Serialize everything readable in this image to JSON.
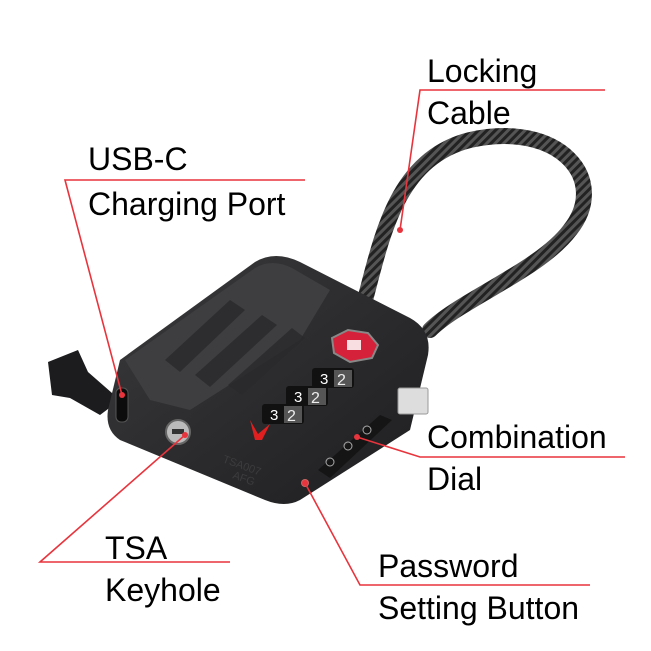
{
  "labels": {
    "locking_cable": [
      "Locking",
      "Cable"
    ],
    "usb_c": [
      "USB-C",
      "Charging Port"
    ],
    "combination_dial": [
      "Combination",
      "Dial"
    ],
    "tsa_keyhole": [
      "TSA",
      "Keyhole"
    ],
    "password_button": [
      "Password",
      "Setting Button"
    ]
  },
  "dials": [
    {
      "left": "3",
      "right": "2"
    },
    {
      "left": "3",
      "right": "2"
    },
    {
      "left": "3",
      "right": "2"
    }
  ],
  "embossed_text": [
    "TSA007",
    "AFG"
  ],
  "colors": {
    "callout": "#e8343c",
    "body": "#2b2b2d",
    "tsa_badge": "#d5213a"
  }
}
